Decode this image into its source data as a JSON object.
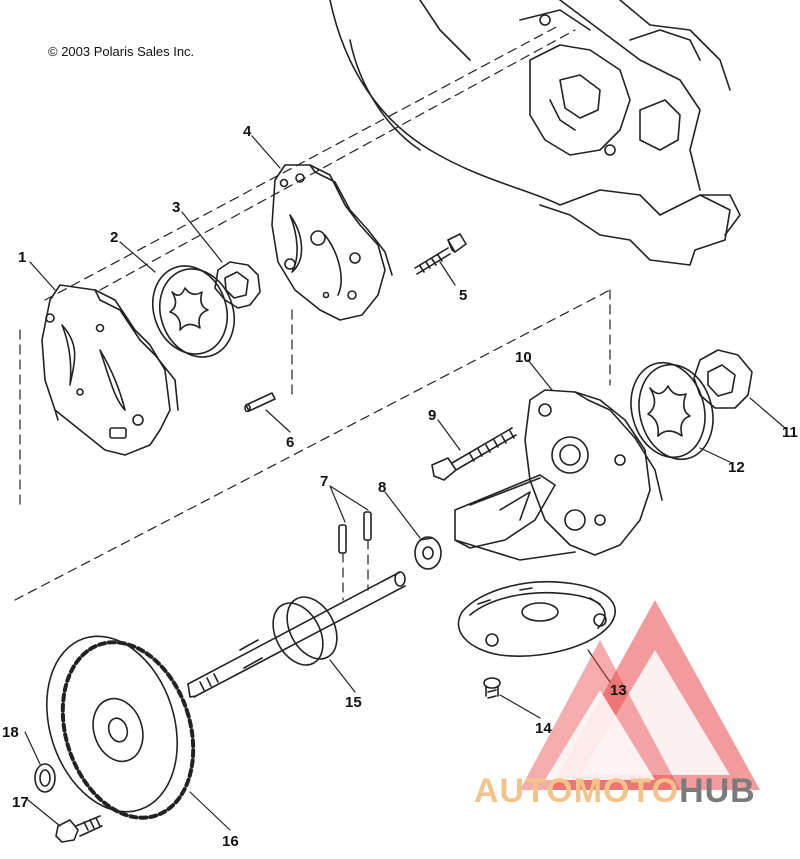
{
  "copyright": "© 2003 Polaris Sales Inc.",
  "callouts": [
    "1",
    "2",
    "3",
    "4",
    "5",
    "6",
    "7",
    "8",
    "9",
    "10",
    "11",
    "12",
    "13",
    "14",
    "15",
    "16",
    "17",
    "18"
  ],
  "watermark": {
    "part_a": "AUTOMOTO",
    "part_b": "HUB",
    "color_a": "#f3c489",
    "color_b": "#7b7b7b",
    "triangle_color": "#e8474a"
  }
}
